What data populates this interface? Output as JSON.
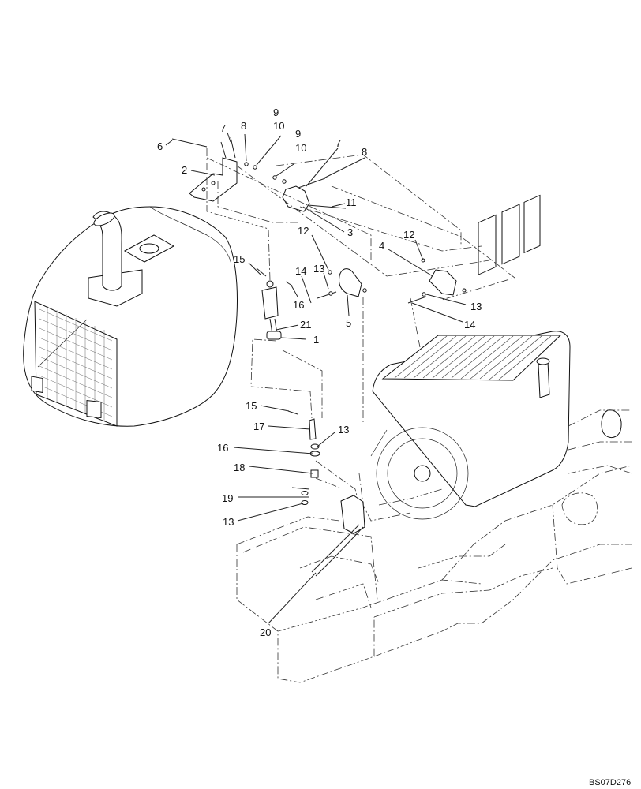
{
  "callouts": [
    {
      "id": "c6a",
      "text": "6"
    },
    {
      "id": "c7a",
      "text": "7"
    },
    {
      "id": "c8a",
      "text": "8"
    },
    {
      "id": "c9a",
      "text": "9"
    },
    {
      "id": "c10a",
      "text": "10"
    },
    {
      "id": "c9b",
      "text": "9"
    },
    {
      "id": "c10b",
      "text": "10"
    },
    {
      "id": "c7b",
      "text": "7"
    },
    {
      "id": "c8b",
      "text": "8"
    },
    {
      "id": "c2",
      "text": "2"
    },
    {
      "id": "c11",
      "text": "11"
    },
    {
      "id": "c3",
      "text": "3"
    },
    {
      "id": "c12a",
      "text": "12"
    },
    {
      "id": "c12b",
      "text": "12"
    },
    {
      "id": "c4",
      "text": "4"
    },
    {
      "id": "c15a",
      "text": "15"
    },
    {
      "id": "c14a",
      "text": "14"
    },
    {
      "id": "c13a",
      "text": "13"
    },
    {
      "id": "c16a",
      "text": "16"
    },
    {
      "id": "c5",
      "text": "5"
    },
    {
      "id": "c13b",
      "text": "13"
    },
    {
      "id": "c14b",
      "text": "14"
    },
    {
      "id": "c21",
      "text": "21"
    },
    {
      "id": "c1",
      "text": "1"
    },
    {
      "id": "c15b",
      "text": "15"
    },
    {
      "id": "c17",
      "text": "17"
    },
    {
      "id": "c13c",
      "text": "13"
    },
    {
      "id": "c16b",
      "text": "16"
    },
    {
      "id": "c18",
      "text": "18"
    },
    {
      "id": "c19",
      "text": "19"
    },
    {
      "id": "c13d",
      "text": "13"
    },
    {
      "id": "c20",
      "text": "20"
    }
  ],
  "drawing_code": "BS07D276"
}
